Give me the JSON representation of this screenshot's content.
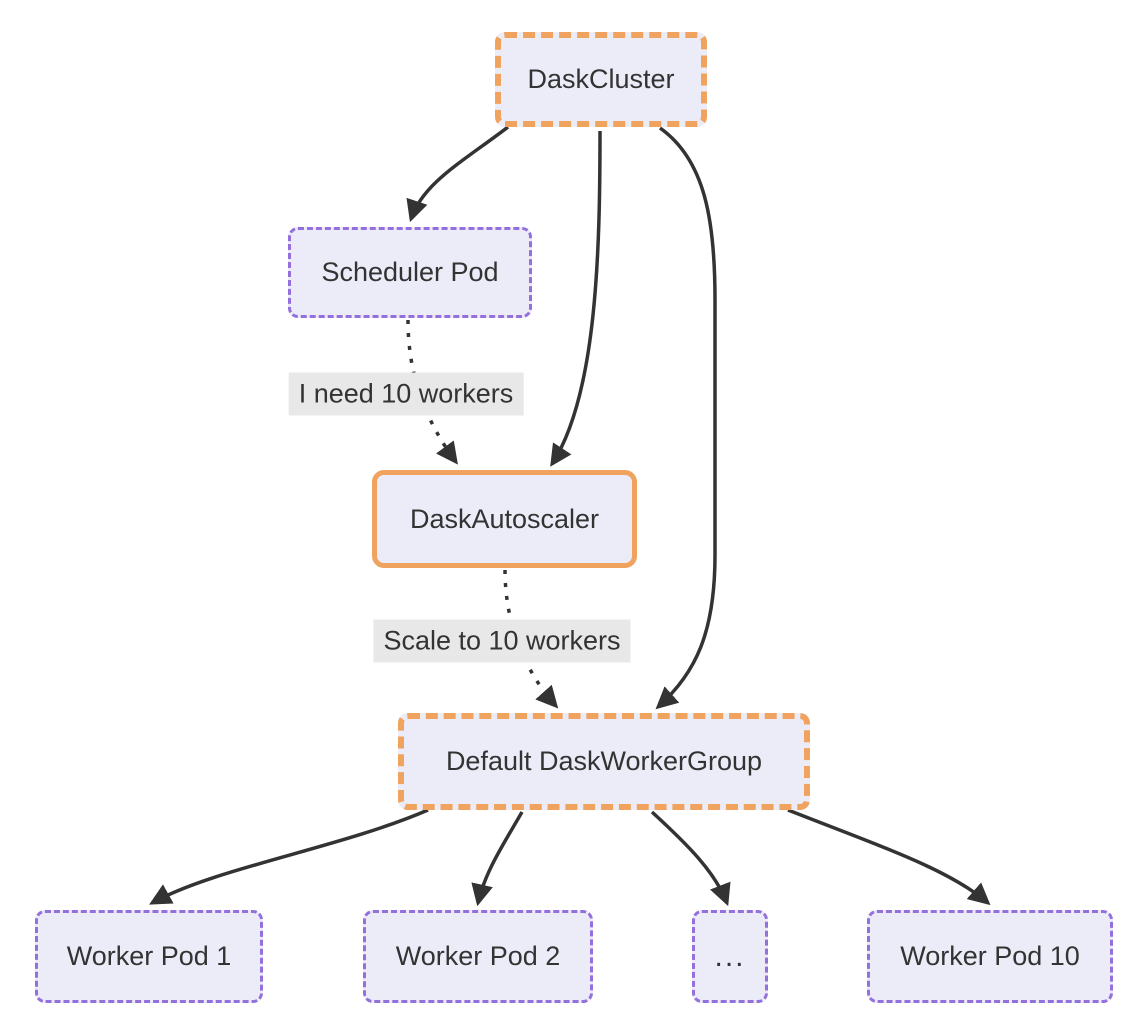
{
  "diagram": {
    "type": "flowchart",
    "nodes": {
      "cluster": {
        "label": "DaskCluster"
      },
      "scheduler": {
        "label": "Scheduler Pod"
      },
      "autoscaler": {
        "label": "DaskAutoscaler"
      },
      "workerGroup": {
        "label": "Default DaskWorkerGroup"
      },
      "worker1": {
        "label": "Worker Pod 1"
      },
      "worker2": {
        "label": "Worker Pod 2"
      },
      "more": {
        "label": "..."
      },
      "worker10": {
        "label": "Worker Pod 10"
      }
    },
    "edgeLabels": {
      "needWorkers": {
        "text": "I need 10 workers"
      },
      "scaleWorkers": {
        "text": "Scale to 10 workers"
      }
    },
    "edges": [
      {
        "from": "cluster",
        "to": "scheduler",
        "style": "solid"
      },
      {
        "from": "cluster",
        "to": "autoscaler",
        "style": "solid"
      },
      {
        "from": "cluster",
        "to": "workerGroup",
        "style": "solid"
      },
      {
        "from": "scheduler",
        "to": "autoscaler",
        "style": "dotted",
        "label": "I need 10 workers"
      },
      {
        "from": "autoscaler",
        "to": "workerGroup",
        "style": "dotted",
        "label": "Scale to 10 workers"
      },
      {
        "from": "workerGroup",
        "to": "worker1",
        "style": "solid"
      },
      {
        "from": "workerGroup",
        "to": "worker2",
        "style": "solid"
      },
      {
        "from": "workerGroup",
        "to": "more",
        "style": "solid"
      },
      {
        "from": "workerGroup",
        "to": "worker10",
        "style": "solid"
      }
    ],
    "colors": {
      "nodeFill": "#ECECF9",
      "purpleBorder": "#9370DB",
      "orangeBorder": "#F0A35E",
      "edgeStroke": "#333333",
      "labelBg": "#E8E8E8",
      "text": "#333333",
      "background": "#FFFFFF"
    }
  }
}
